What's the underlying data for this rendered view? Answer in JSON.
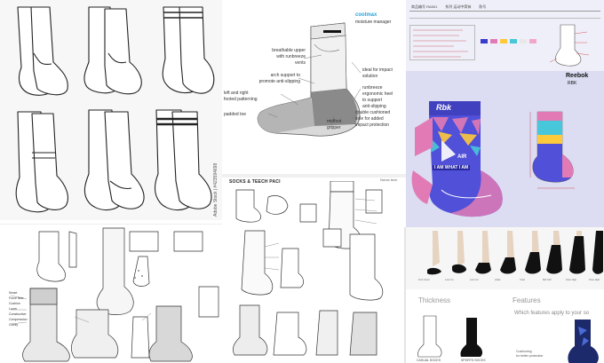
{
  "tile_tl": {
    "watermark": "Adobe Stock | #423594698"
  },
  "tile_tc": {
    "brand": "coolmax",
    "callouts": {
      "moisture": "moisture manager",
      "breathable": "breathable upper\nwith runbreeze\nvents",
      "arch": "arch support to\npromote anti-slipping",
      "footed": "left and right\nfooted patterning",
      "padded": "padded toe",
      "impact": "ideal for impact\nsolution",
      "runbreeze_heel": "runbreeze\nergonomic heel\nto support\nanti-slipping",
      "midfoot": "midfoot\ngripper",
      "cushioned": "double cushioned\nsole for added\nimpact protection"
    }
  },
  "tile_tr": {
    "brand": "Reebok",
    "brand_sub": "RBK",
    "sock_text": "I AM WHAT I AM",
    "logo_text": "Rbk",
    "air_text": "AIR",
    "spec_header_1": "商品编号",
    "spec_header_1_val": "RA501",
    "spec_header_2": "系列",
    "spec_header_2_val": "运动中筒袜",
    "spec_header_3": "款号",
    "colors": [
      "#3a3acb",
      "#e27bb5",
      "#ffc93c",
      "#47c7d9",
      "#e8e8e8",
      "#f2a7c8"
    ]
  },
  "tile_bl": {
    "labels": [
      "Smart",
      "Force fiber",
      "Cushion",
      "Loom",
      "Constructive",
      "Compression",
      "Comfy"
    ]
  },
  "tile_bc": {
    "title": "SOCKS & TEECH PACI",
    "note": "Norse tech"
  },
  "tile_br": {
    "thickness": "Thickness",
    "features": "Features",
    "features_sub": "Which features apply to your so",
    "cap1": "CASUAL SOCKS",
    "cap2": "SPORTS SOCKS",
    "cushion": "Cushioning\nfor better protection",
    "sock_names": [
      "Foot Cover",
      "Low Cut",
      "Low Cut",
      "Ankle",
      "Crew",
      "Mid Calf",
      "Knee High",
      "Knee High"
    ]
  }
}
